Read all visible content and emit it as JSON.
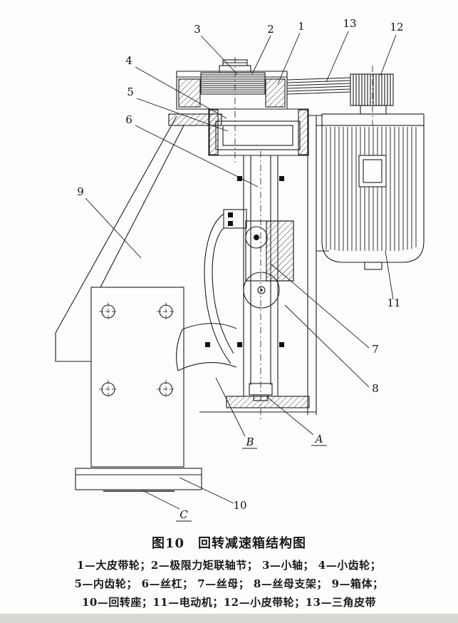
{
  "figure": {
    "caption": "图10　回转减速箱结构图",
    "legend_lines": [
      "1—大皮带轮；2—极限力矩联轴节； 3—小轴； 4—小齿轮；",
      "5—内齿轮； 6—丝杠； 7—丝母； 8—丝母支架； 9—箱体；",
      "10—回转座；11—电动机；12—小皮带轮；13—三角皮带"
    ],
    "callouts": {
      "c1": "1",
      "c2": "2",
      "c3": "3",
      "c4": "4",
      "c5": "5",
      "c6": "6",
      "c7": "7",
      "c8": "8",
      "c9": "9",
      "c10": "10",
      "c11": "11",
      "c12": "12",
      "c13": "13",
      "A": "A",
      "B": "B",
      "C": "C"
    }
  }
}
